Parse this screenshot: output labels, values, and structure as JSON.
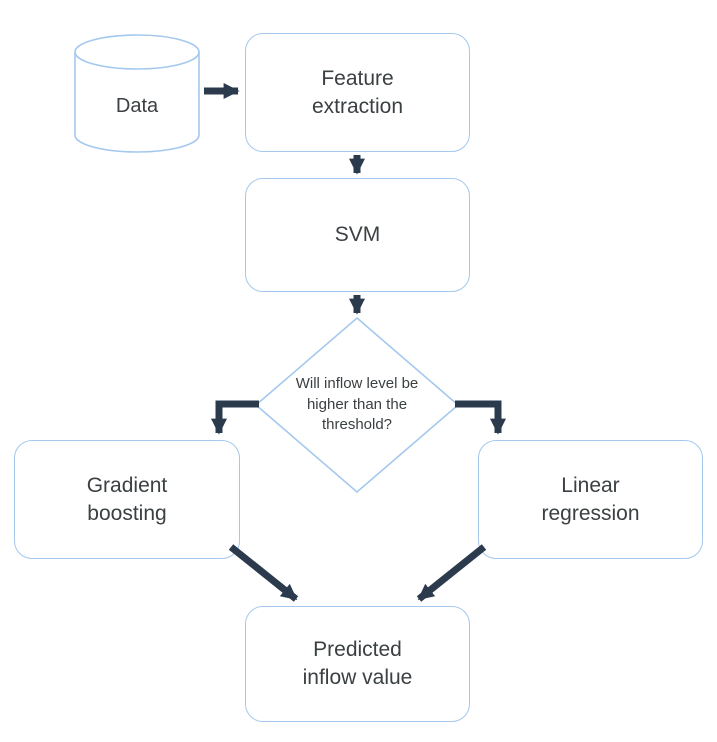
{
  "diagram": {
    "nodes": {
      "data": {
        "label": "Data",
        "shape": "cylinder"
      },
      "feature_extraction": {
        "label": "Feature extraction",
        "shape": "rounded-rect"
      },
      "svm": {
        "label": "SVM",
        "shape": "rounded-rect"
      },
      "decision": {
        "label": "Will inflow level be higher than the threshold?",
        "shape": "diamond"
      },
      "gradient_boosting": {
        "label": "Gradient boosting",
        "shape": "rounded-rect"
      },
      "linear_regression": {
        "label": "Linear regression",
        "shape": "rounded-rect"
      },
      "predicted_inflow": {
        "label": "Predicted inflow value",
        "shape": "rounded-rect"
      }
    },
    "edges": [
      {
        "from": "data",
        "to": "feature_extraction"
      },
      {
        "from": "feature_extraction",
        "to": "svm"
      },
      {
        "from": "svm",
        "to": "decision"
      },
      {
        "from": "decision",
        "to": "gradient_boosting"
      },
      {
        "from": "decision",
        "to": "linear_regression"
      },
      {
        "from": "gradient_boosting",
        "to": "predicted_inflow"
      },
      {
        "from": "linear_regression",
        "to": "predicted_inflow"
      }
    ],
    "colors": {
      "node_border": "#a4c8ee",
      "node_fill": "#ffffff",
      "arrow": "#2b3b4d",
      "text": "#3b4043",
      "background": "#ffffff"
    }
  }
}
